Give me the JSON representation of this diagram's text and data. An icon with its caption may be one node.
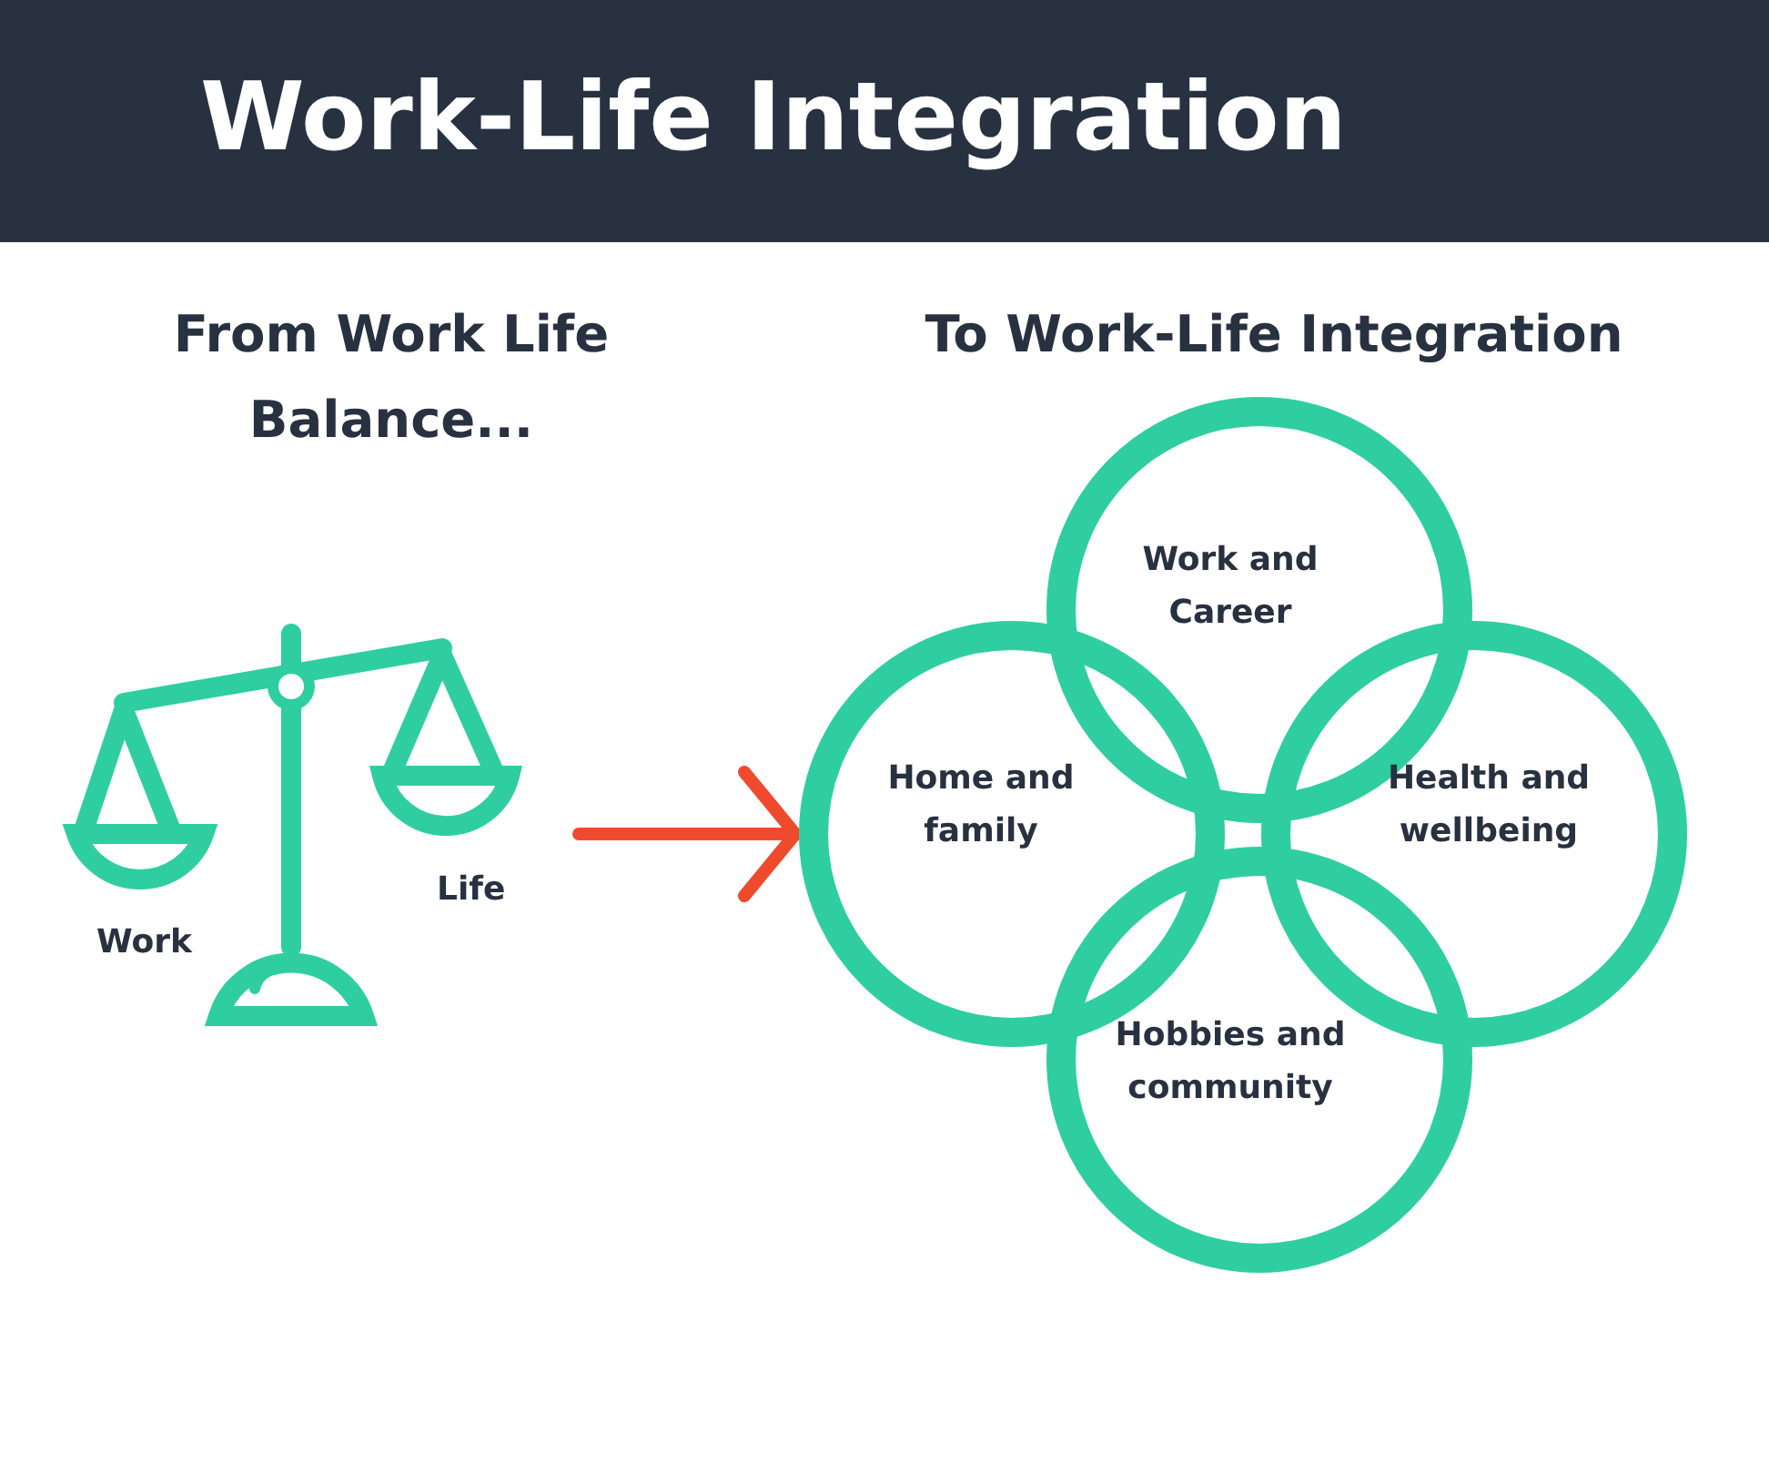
{
  "diagram": {
    "title": "Work-Life Integration",
    "nodes": [
      {
        "text": [],
        "shape": "picture"
      },
      {
        "text": [
          "Work and Career"
        ]
      },
      {
        "text": [
          "Home and family"
        ]
      },
      {
        "text": [
          "Health and wellbeing"
        ]
      },
      {
        "text": [
          "Hobbies and community"
        ]
      }
    ],
    "edges": [
      {
        "from": 0,
        "to": 2,
        "arrow": "to",
        "color": "#f04a2e"
      }
    ],
    "labels": [
      "From Work Life Balance...",
      "To Work-Life Integration",
      "Work",
      "Life"
    ]
  }
}
